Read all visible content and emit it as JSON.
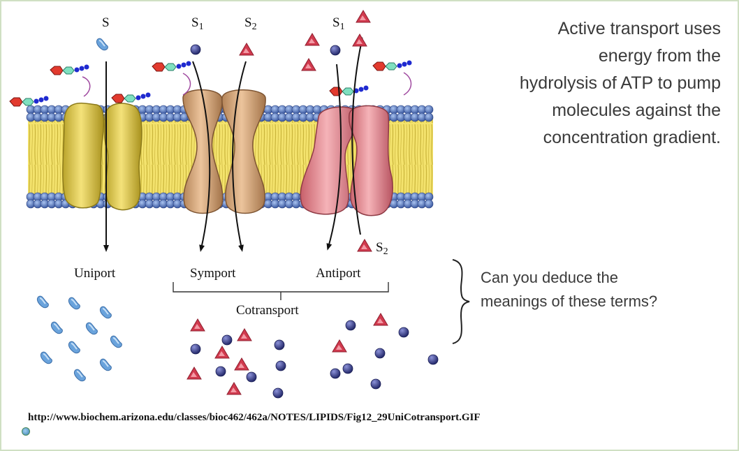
{
  "main_text": "Active transport uses\nenergy from the\nhydrolysis of ATP to pump\nmolecules against the\nconcentration gradient.",
  "question_text": "Can you deduce the\nmeanings of these terms?",
  "source_url": "http://www.biochem.arizona.edu/classes/bioc462/462a/NOTES/LIPIDS/Fig12_29UniCotransport.GIF",
  "diagram": {
    "labels": {
      "uniport_substrate": "S",
      "symport_substrate_1": "S1",
      "symport_substrate_2": "S2",
      "antiport_substrate_1": "S1",
      "antiport_substrate_2": "S2",
      "uniport": "Uniport",
      "symport": "Symport",
      "antiport": "Antiport",
      "cotransport": "Cotransport"
    }
  },
  "colors": {
    "uniport_protein": "#e8d24a",
    "symport_protein": "#d9a77c",
    "antiport_protein": "#e58f98",
    "membrane_heads": "#4d6fb0",
    "membrane_tails": "#f3e36a",
    "substrate_blue": "#6aa0da",
    "substrate_red": "#cf3b4d",
    "substrate_sphere": "#2e3680"
  }
}
